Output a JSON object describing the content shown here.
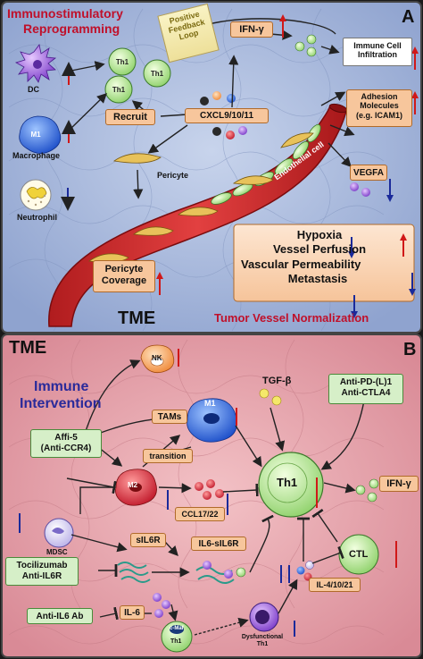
{
  "panelA": {
    "letter": "A",
    "title_line1": "Immunostimulatory",
    "title_line2": "Reprogramming",
    "dc": "DC",
    "macrophage": "Macrophage",
    "m1": "M1",
    "neutrophil": "Neutrophil",
    "th1": "Th1",
    "recruit": "Recruit",
    "cxcl": "CXCL9/10/11",
    "pericyte": "Pericyte",
    "positive_feedback": [
      "Positive",
      "Feedback",
      "Loop"
    ],
    "ifn": "IFN-γ",
    "immune_cell_infiltration": [
      "Immune Cell",
      "Infiltration"
    ],
    "adhesion": [
      "Adhesion",
      "Molecules",
      "(e.g. ICAM1)"
    ],
    "endothelial": "Endothelial cell",
    "vegfa": "VEGFA",
    "pericyte_coverage": [
      "Pericyte",
      "Coverage"
    ],
    "effects": [
      "Hypoxia",
      "Vessel Perfusion",
      "Vascular Permeability",
      "Metastasis"
    ],
    "tme": "TME",
    "normalization": "Tumor Vessel Normalization"
  },
  "panelB": {
    "letter": "B",
    "tme": "TME",
    "immune_line1": "Immune",
    "immune_line2": "Intervention",
    "nk": "NK",
    "m1": "M1",
    "tams": "TAMs",
    "tgf": "TGF-β",
    "anti_pd": [
      "Anti-PD-(L)1",
      "Anti-CTLA4"
    ],
    "affi": [
      "Affi-5",
      "(Anti-CCR4)"
    ],
    "transition": "transition",
    "m2": "M2",
    "th1": "Th1",
    "ifn": "IFN-γ",
    "ccl": "CCL17/22",
    "mdsc": "MDSC",
    "sil6r": "sIL6R",
    "il6_sil6r": "IL6-sIL6R",
    "ctl": "CTL",
    "tocilizumab": [
      "Tocilizumab",
      "Anti-IL6R"
    ],
    "il4": "IL-4/10/21",
    "anti_il6": "Anti-IL6 Ab",
    "il6": "IL-6",
    "cmaf": "c-Maf",
    "dysfunctional": [
      "Dysfunctional",
      "Th1"
    ]
  },
  "colors": {
    "up_arrow": "#d01818",
    "down_arrow": "#1a2a9a",
    "panelA_bg": "#a9b9d9",
    "panelB_bg": "#e8a7b0",
    "vessel": "#c8282a",
    "box_fill": "#f7c69c",
    "title_red": "#c0102a",
    "title_blue": "#2a2a9a"
  }
}
